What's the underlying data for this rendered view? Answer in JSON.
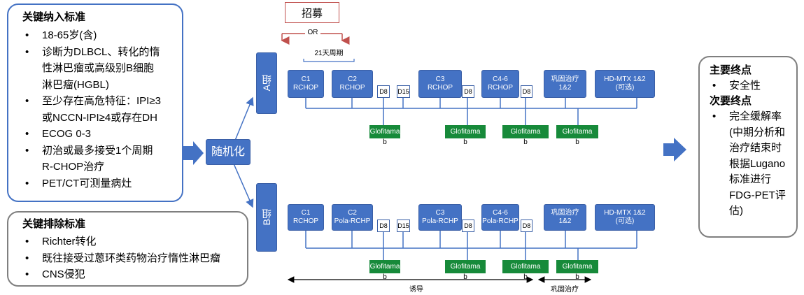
{
  "inclusion": {
    "title": "关键纳入标准",
    "items": [
      [
        "18-65岁(含)"
      ],
      [
        "诊断为DLBCL、转化的惰",
        "性淋巴瘤或高级别B细胞",
        "淋巴瘤(HGBL)"
      ],
      [
        "至少存在高危特征：IPI≥3",
        "或NCCN-IPI≥4或存在DH"
      ],
      [
        " ECOG 0-3"
      ],
      [
        "初治或最多接受1个周期",
        "R-CHOP治疗"
      ],
      [
        "PET/CT可测量病灶"
      ]
    ]
  },
  "exclusion": {
    "title": "关键排除标准",
    "items": [
      "Richter转化",
      "既往接受过蒽环类药物治疗惰性淋巴瘤",
      "CNS侵犯"
    ]
  },
  "randomize": "随机化",
  "recruit": "招募",
  "or_label": "OR",
  "cycle_label": "21天周期",
  "groupA": {
    "label": "A组",
    "boxes": [
      [
        "C1",
        "RCHOP"
      ],
      [
        "C2",
        "RCHOP"
      ],
      [
        "C3",
        "RCHOP"
      ],
      [
        "C4-6",
        "RCHOP"
      ],
      [
        "巩固治疗",
        "1&2"
      ],
      [
        "HD-MTX 1&2",
        "(可选)"
      ]
    ],
    "days": [
      "D8",
      "D15",
      "D8",
      "D8"
    ],
    "drugs": [
      "Glofitama",
      "Glofitama",
      "Glofitama",
      "Glofitama"
    ],
    "sub": [
      "b",
      "b",
      "b",
      "b"
    ]
  },
  "groupB": {
    "label": "B组",
    "boxes": [
      [
        "C1",
        "RCHOP"
      ],
      [
        "C2",
        "Pola-RCHP"
      ],
      [
        "C3",
        "Pola-RCHP"
      ],
      [
        "C4-6",
        "Pola-RCHP"
      ],
      [
        "巩固治疗",
        "1&2"
      ],
      [
        "HD-MTX 1&2",
        "(可选)"
      ]
    ],
    "days": [
      "D8",
      "D15",
      "D8",
      "D8"
    ],
    "drugs": [
      "Glofitama",
      "Glofitama",
      "Glofitama",
      "Glofitama"
    ],
    "sub": [
      "b",
      "b",
      "b",
      "b"
    ]
  },
  "phases": {
    "induction": "诱导",
    "consolidation": "巩固治疗"
  },
  "endpoints": {
    "primary_title": "主要终点",
    "primary_items": [
      "安全性"
    ],
    "secondary_title": "次要终点",
    "secondary_lines": [
      "完全缓解率",
      "(中期分析和",
      "治疗结束时",
      "根据Lugano",
      "标准进行",
      "FDG-PET评",
      "估)"
    ]
  },
  "colors": {
    "blue": "#4472c4",
    "green": "#178a3a",
    "red": "#c0504d",
    "gray": "#7f7f7f"
  }
}
